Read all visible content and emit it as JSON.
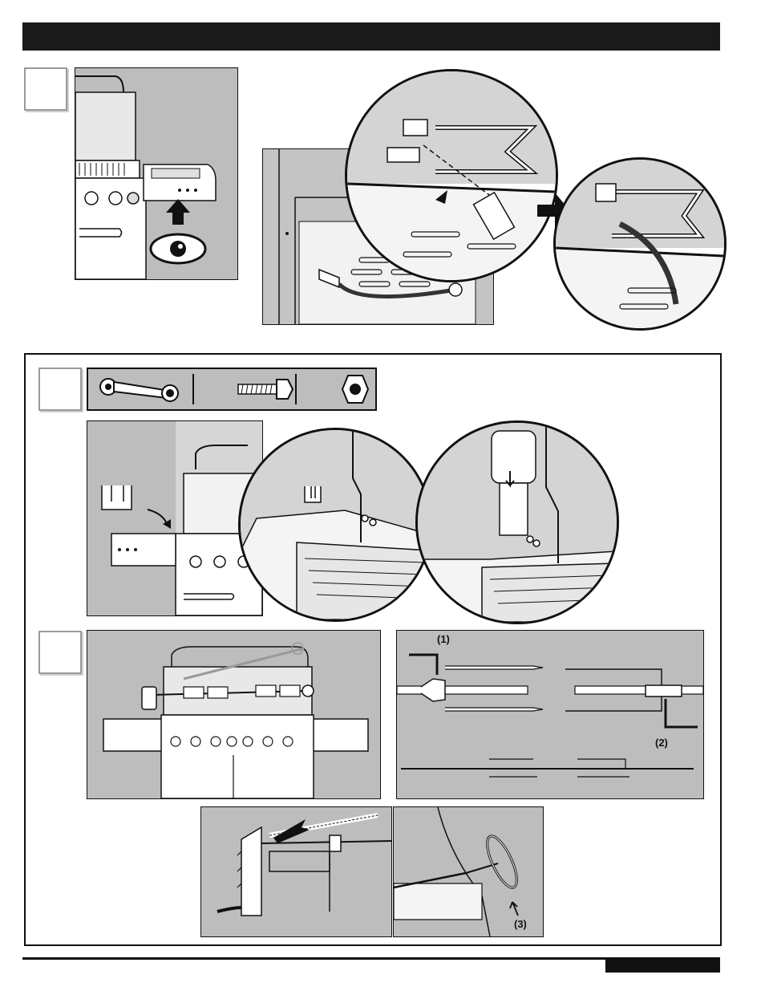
{
  "labels": {
    "callout_1": "(1)",
    "callout_2": "(2)",
    "callout_3": "(3)"
  },
  "icons": {
    "eye": "eye-icon",
    "arrow_up": "arrow-up-icon",
    "wrench": "wrench-icon",
    "bolt": "bolt-icon",
    "nut": "nut-icon"
  },
  "colors": {
    "panel_gray": "#bdbdbd",
    "dark": "#1a1a1a"
  }
}
